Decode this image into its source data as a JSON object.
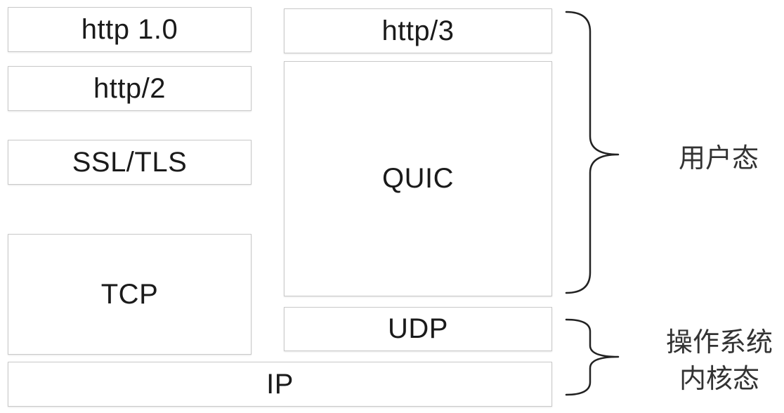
{
  "layers": {
    "http10": "http 1.0",
    "http2": "http/2",
    "ssl_tls": "SSL/TLS",
    "tcp": "TCP",
    "http3": "http/3",
    "quic": "QUIC",
    "udp": "UDP",
    "ip": "IP"
  },
  "annotations": {
    "user_space": "用户态",
    "kernel_line1": "操作系统",
    "kernel_line2": "内核态"
  }
}
